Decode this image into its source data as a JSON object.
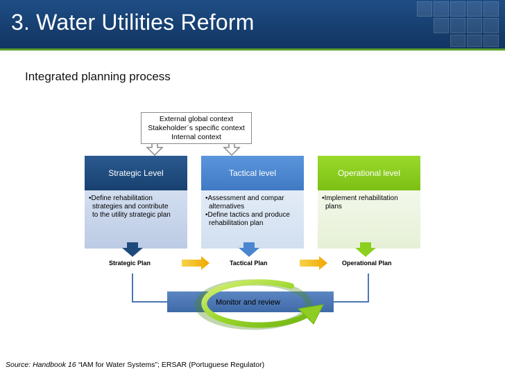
{
  "slide": {
    "title": "3. Water Utilities Reform",
    "subtitle": "Integrated planning process",
    "source_prefix": "Source: Handbook  16 “",
    "source_rest": "IAM for Water Systems”; ERSAR (Portuguese Regulator)"
  },
  "context_box": {
    "lines": [
      "External global context",
      "Stakeholder´s specific context",
      "Internal context"
    ]
  },
  "levels": [
    {
      "title": "Strategic Level",
      "bullets": [
        "•Define rehabilitation",
        "  strategies and contribute",
        "  to the utility strategic plan"
      ],
      "plan": "Strategic Plan",
      "header_color": "#1f4a7c",
      "body_color": "#c7d5ea"
    },
    {
      "title": "Tactical level",
      "bullets": [
        "•Assessment and compar",
        "  alternatives",
        "•Define tactics and produce",
        "  rehabilitation plan"
      ],
      "plan": "Tactical Plan",
      "header_color": "#4a86cf",
      "body_color": "#dbe6f4"
    },
    {
      "title": "Operational level",
      "bullets": [
        "•Implement  rehabilitation",
        "  plans"
      ],
      "plan": "Operational Plan",
      "header_color": "#8ccf1e",
      "body_color": "#edf5e0"
    }
  ],
  "monitor": {
    "label": "Monitor and review"
  },
  "colors": {
    "title_bar": "#1a4579",
    "accent_green": "#5aa02c",
    "arrow_orange": "#f2b500",
    "loop_green": "#9bd72a"
  }
}
